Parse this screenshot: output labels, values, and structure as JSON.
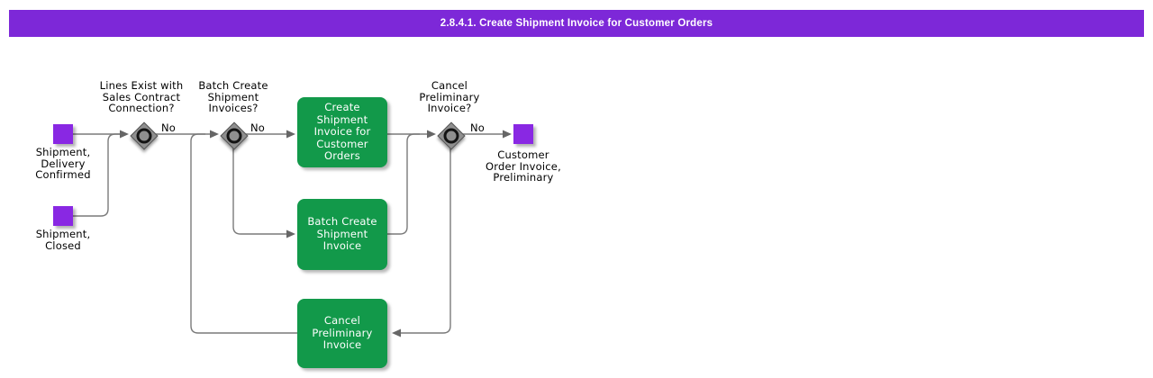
{
  "title_bar": {
    "text": "2.8.4.1. Create Shipment Invoice for Customer Orders"
  },
  "colors": {
    "title_bar_bg": "#7d28d8",
    "event_purple": "#8928e3",
    "task_green": "#12994a",
    "connector_gray": "#7a7a7a",
    "gateway_gray": "#8f8f8f",
    "text_black": "#000000",
    "text_white": "#ffffff"
  },
  "diagram": {
    "start_events": [
      {
        "label": "Shipment,\nDelivery\nConfirmed"
      },
      {
        "label": "Shipment,\nClosed"
      }
    ],
    "end_events": [
      {
        "label": "Customer\nOrder Invoice,\nPreliminary"
      }
    ],
    "gateways": [
      {
        "question": "Lines Exist with\nSales Contract\nConnection?",
        "branch_label": "No"
      },
      {
        "question": "Batch Create\nShipment\nInvoices?",
        "branch_label": "No"
      },
      {
        "question": "Cancel\nPreliminary\nInvoice?",
        "branch_label": "No"
      }
    ],
    "tasks": [
      {
        "label": "Create\nShipment\nInvoice for\nCustomer\nOrders"
      },
      {
        "label": "Batch Create\nShipment\nInvoice"
      },
      {
        "label": "Cancel\nPreliminary\nInvoice"
      }
    ]
  }
}
